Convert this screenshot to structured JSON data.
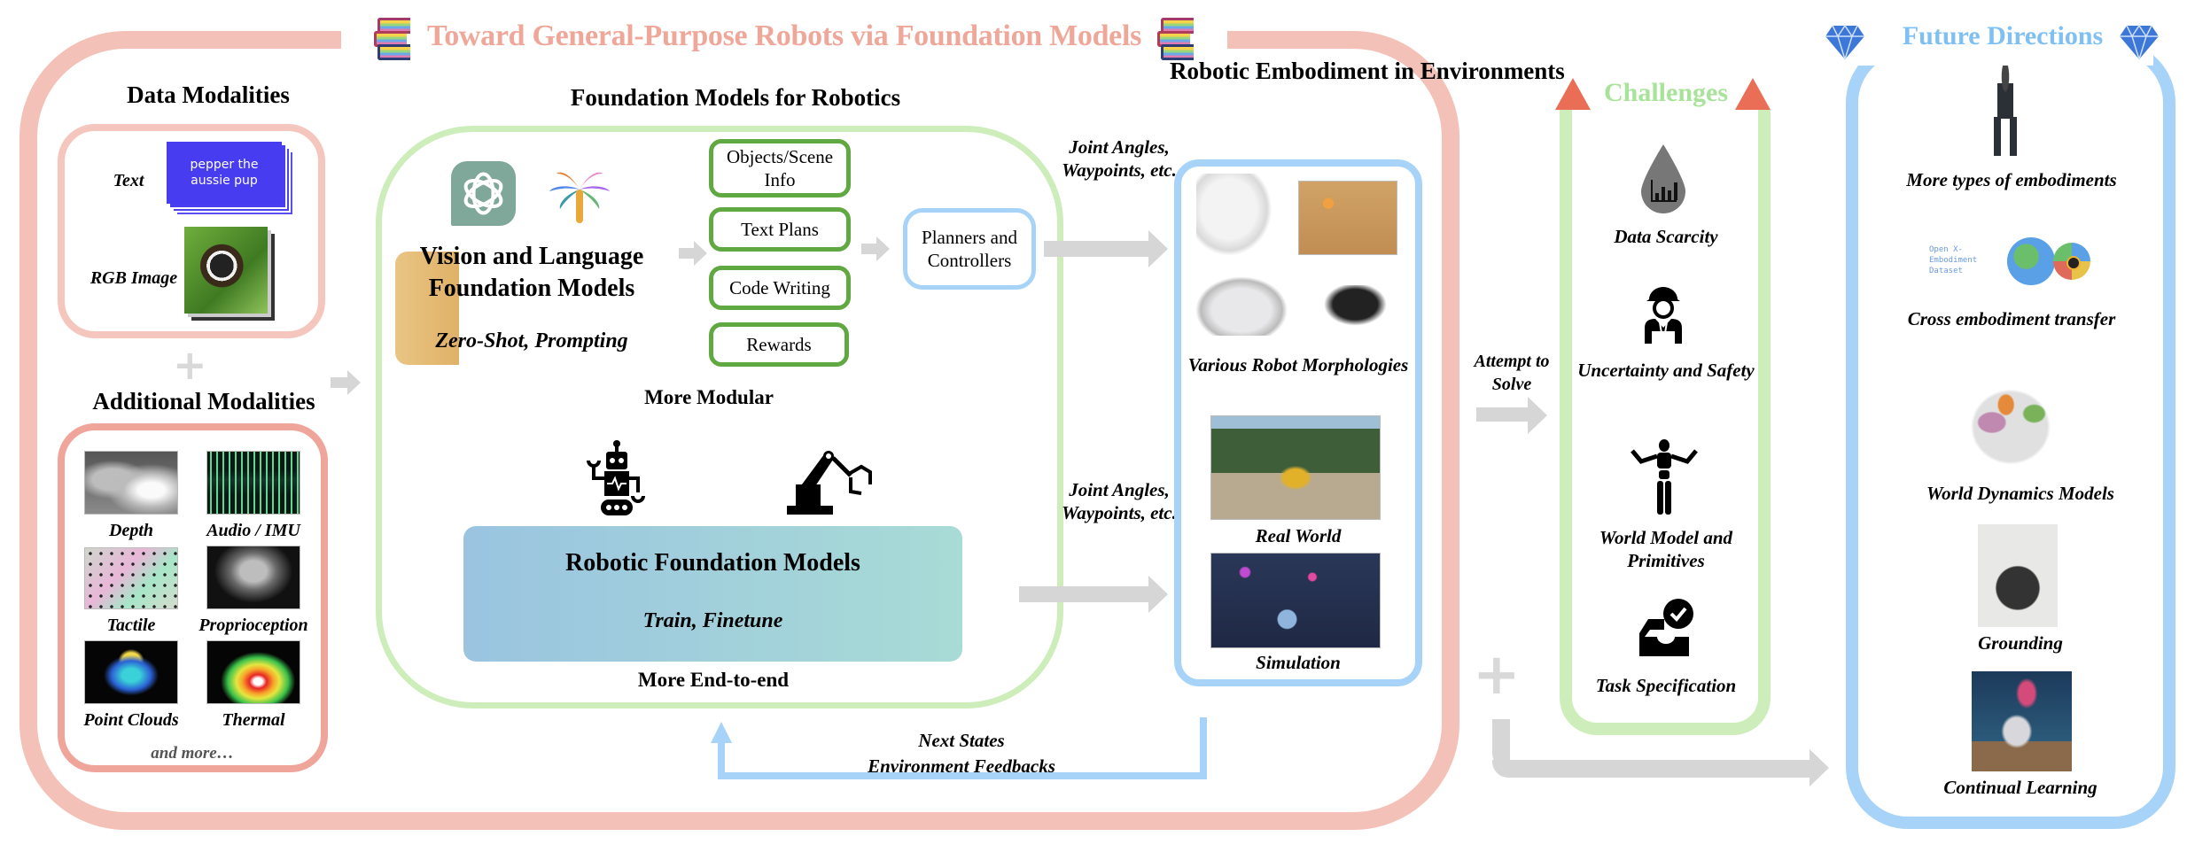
{
  "title": "Toward General-Purpose Robots via Foundation Models",
  "icons": {
    "title_left": "books-icon",
    "title_right": "books-icon"
  },
  "data_modalities": {
    "heading": "Data Modalities",
    "items": [
      {
        "label": "Text",
        "thumb_text": "pepper the aussie pup"
      },
      {
        "label": "RGB Image"
      }
    ]
  },
  "additional_modalities": {
    "heading": "Additional Modalities",
    "items": [
      {
        "label": "Depth"
      },
      {
        "label": "Audio / IMU"
      },
      {
        "label": "Tactile"
      },
      {
        "label": "Proprioception"
      },
      {
        "label": "Point Clouds"
      },
      {
        "label": "Thermal"
      }
    ],
    "more": "and more…"
  },
  "foundation_models": {
    "heading": "Foundation Models for Robotics",
    "vlm": {
      "title_line1": "Vision and Language",
      "title_line2": "Foundation Models",
      "subtitle": "Zero-Shot, Prompting"
    },
    "outputs": [
      "Objects/Scene Info",
      "Text Plans",
      "Code Writing",
      "Rewards"
    ],
    "planners": "Planners and Controllers",
    "more_modular": "More Modular",
    "rfm": {
      "title": "Robotic Foundation Models",
      "subtitle": "Train, Finetune"
    },
    "more_end_to_end": "More End-to-end"
  },
  "arrows": {
    "joint_top": "Joint Angles, Waypoints, etc.",
    "joint_bottom": "Joint Angles, Waypoints, etc.",
    "feedback_line1": "Next States",
    "feedback_line2": "Environment Feedbacks",
    "attempt": "Attempt to Solve"
  },
  "embodiment": {
    "heading": "Robotic Embodiment in Environments",
    "captions": [
      "Various Robot Morphologies",
      "Real World",
      "Simulation"
    ]
  },
  "challenges": {
    "heading": "Challenges",
    "items": [
      {
        "label": "Data Scarcity",
        "icon": "data-drop-icon"
      },
      {
        "label": "Uncertainty and Safety",
        "icon": "worker-icon"
      },
      {
        "label": "World Model and Primitives",
        "icon": "mannequin-icon"
      },
      {
        "label": "Task Specification",
        "icon": "inbox-check-icon"
      }
    ]
  },
  "future": {
    "heading": "Future Directions",
    "items": [
      {
        "label": "More types of embodiments"
      },
      {
        "label": "Cross embodiment transfer",
        "thumb_text": "Open X-Embodiment Dataset"
      },
      {
        "label": "World Dynamics Models"
      },
      {
        "label": "Grounding"
      },
      {
        "label": "Continual Learning"
      }
    ]
  },
  "colors": {
    "outer_frame": "#f3c1b8",
    "title": "#efa79a",
    "fm_frame": "#cdeebb",
    "output_box": "#5fa842",
    "planner_box": "#a6d3f7",
    "challenges_title": "#a8e39a",
    "future_title": "#7ec0f2",
    "warning": "#ea6e55",
    "gem": "#3d78d8"
  }
}
